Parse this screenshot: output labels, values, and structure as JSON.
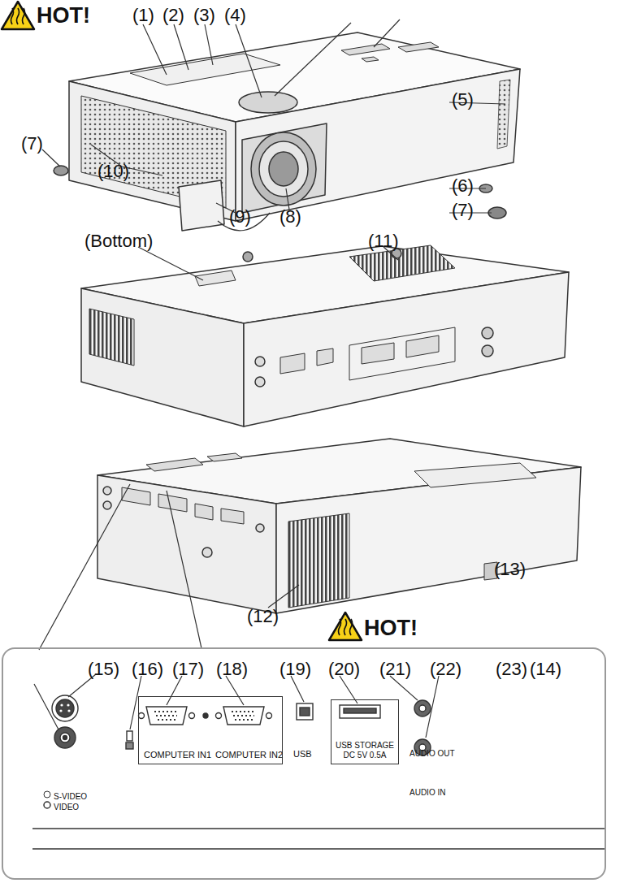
{
  "diagram": {
    "nodes": [
      {
        "text": [
          "(15)",
          "(16)",
          "(17)",
          "(18)",
          "(19)",
          "(20)",
          "(21)",
          "(22)",
          "(23)",
          "(14)",
          "USB",
          "AUDIO OUT",
          "AUDIO IN",
          "S-VIDEO",
          "VIDEO"
        ]
      },
      {
        "text": [
          "COMPUTER IN1",
          "COMPUTER IN2"
        ],
        "in": 0
      },
      {
        "text": [
          "USB STORAGE DC 5V 0.5A"
        ],
        "in": 0
      }
    ],
    "labels": [
      "HOT!",
      "(1)",
      "(2)",
      "(3)",
      "(4)",
      "(5)",
      "(7)",
      "(10)",
      "(6)",
      "(7)",
      "(9)",
      "(8)",
      "(Bottom)",
      "(11)",
      "(13)",
      "(12)",
      "HOT!"
    ]
  }
}
